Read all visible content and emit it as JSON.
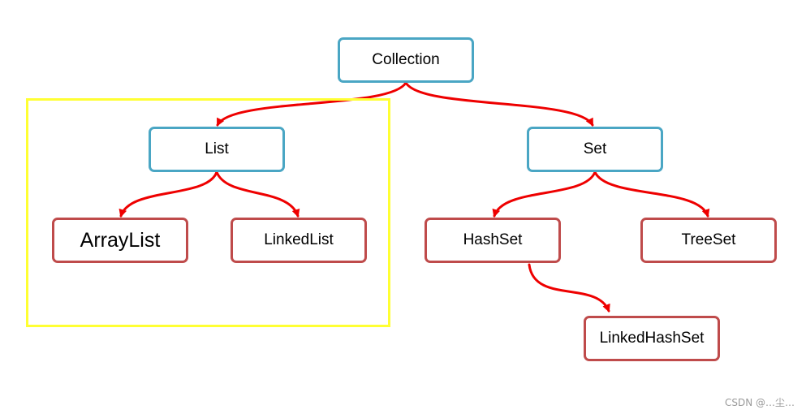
{
  "nodes": {
    "collection": "Collection",
    "list": "List",
    "set": "Set",
    "arraylist": "ArrayList",
    "linkedlist": "LinkedList",
    "hashset": "HashSet",
    "treeset": "TreeSet",
    "linkedhashset": "LinkedHashSet"
  },
  "edges": [
    [
      "Collection",
      "List"
    ],
    [
      "Collection",
      "Set"
    ],
    [
      "List",
      "ArrayList"
    ],
    [
      "List",
      "LinkedList"
    ],
    [
      "Set",
      "HashSet"
    ],
    [
      "Set",
      "TreeSet"
    ],
    [
      "HashSet",
      "LinkedHashSet"
    ]
  ],
  "colors": {
    "arrow": "#ee0000",
    "interface_border": "#4aa6c4",
    "class_border": "#bf4b4b",
    "highlight": "#ffff33"
  },
  "watermark": "CSDN @…尘…"
}
